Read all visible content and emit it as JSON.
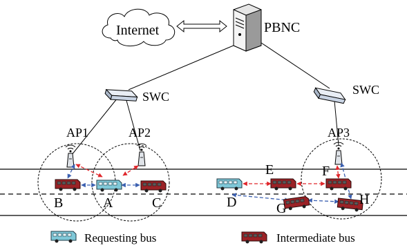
{
  "labels": {
    "internet": "Internet",
    "pbnc": "PBNC",
    "swc_left": "SWC",
    "swc_right": "SWC",
    "ap1": "AP1",
    "ap2": "AP2",
    "ap3": "AP3",
    "bus_a": "A",
    "bus_b": "B",
    "bus_c": "C",
    "bus_d": "D",
    "bus_e": "E",
    "bus_f": "F",
    "bus_g": "G",
    "bus_h": "H"
  },
  "legend": {
    "requesting": "Requesting bus",
    "intermediate": "Intermediate bus"
  },
  "colors": {
    "requesting_bus": "#7fc8d8",
    "intermediate_bus": "#9b2226",
    "red_link": "#e0262b",
    "blue_link": "#3a5fb0",
    "switch_fill": "#c9d4e4"
  }
}
